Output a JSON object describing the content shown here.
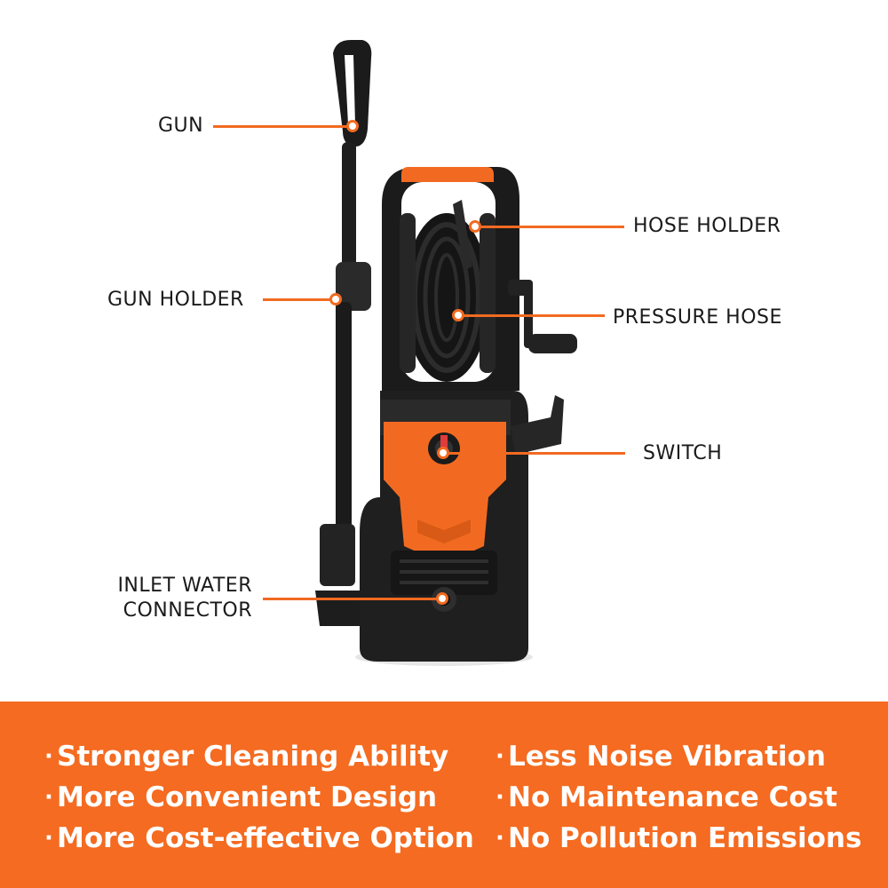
{
  "labels": {
    "gun": "GUN",
    "gun_holder": "GUN HOLDER",
    "inlet_line1": "INLET WATER",
    "inlet_line2": "CONNECTOR",
    "hose_holder": "HOSE HOLDER",
    "pressure_hose": "PRESSURE HOSE",
    "switch": "SWITCH"
  },
  "features": {
    "bullet": "·",
    "left": [
      "Stronger Cleaning Ability",
      "More Convenient Design",
      "More Cost-effective Option"
    ],
    "right": [
      "Less Noise Vibration",
      "No Maintenance Cost",
      "No Pollution Emissions"
    ]
  },
  "colors": {
    "accent": "#f46b21",
    "body": "#1c1c1c",
    "text": "#1a1a1a"
  }
}
